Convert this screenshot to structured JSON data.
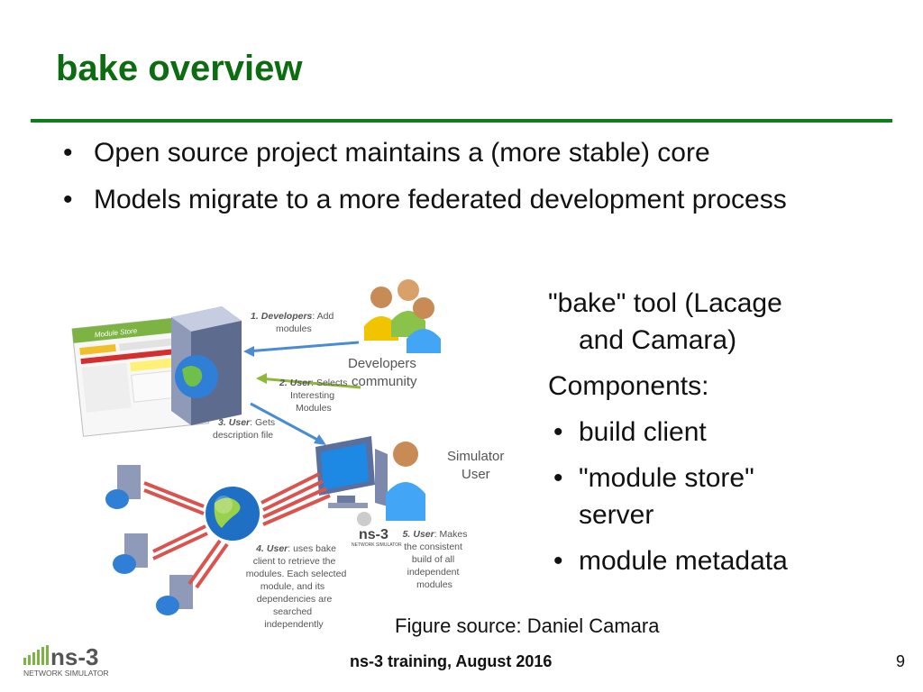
{
  "slide": {
    "title": "bake overview",
    "bullets": [
      "Open source project maintains a (more stable) core",
      "Models migrate to a more federated development process"
    ],
    "side": {
      "line1": "\"bake\" tool (Lacage",
      "line2": "and Camara)",
      "line3": "Components:",
      "items": [
        "build client",
        "\"module store\" server",
        "module metadata"
      ]
    },
    "caption": "Figure source: Daniel Camara",
    "footer": "ns-3 training, August 2016",
    "page_number": "9"
  },
  "diagram": {
    "step1": {
      "n": "1.",
      "who": "Developers",
      "rest": ": Add",
      "line2": "modules"
    },
    "step2": {
      "n": "2.",
      "who": "User",
      "rest": ": Selects",
      "line2": "Interesting",
      "line3": "Modules"
    },
    "step3": {
      "n": "3.",
      "who": "User",
      "rest": ": Gets",
      "line2": "description file"
    },
    "step4": {
      "n": "4.",
      "who": "User",
      "rest": ": uses bake",
      "line2": "client to retrieve the",
      "line3": "modules. Each selected",
      "line4": "module, and its",
      "line5": "dependencies are",
      "line6": "searched",
      "line7": "independently"
    },
    "step5": {
      "n": "5.",
      "who": "User",
      "rest": ": Makes",
      "line2": "the consistent",
      "line3": "build of all",
      "line4": "independent",
      "line5": "modules"
    },
    "developers_label": {
      "l1": "Developers",
      "l2": "community"
    },
    "simulator_label": {
      "l1": "Simulator",
      "l2": "User"
    },
    "module_store_label": "Module Store",
    "ns3_small": "ns-3",
    "ns3_small_sub": "NETWORK SIMULATOR"
  },
  "logo": {
    "text": "ns-3",
    "sub": "NETWORK SIMULATOR"
  },
  "colors": {
    "title": "#0d6b12",
    "rule": "#0f7d19",
    "diagram_text": "#555555",
    "arrow_red": "#d9534f",
    "arrow_blue": "#4a8bd6",
    "arrow_green": "#8db83a"
  }
}
